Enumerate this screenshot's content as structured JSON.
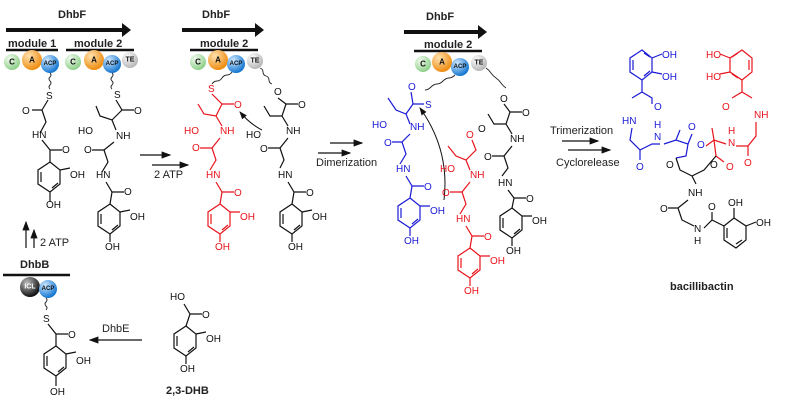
{
  "title": "Bacillibactin biosynthesis scheme",
  "colors": {
    "black": "#111111",
    "red": "#e8141c",
    "blue": "#1a1ad6",
    "domain_C": "#a8dca0",
    "domain_A": "#f5a231",
    "domain_ACP": "#2f8fe0",
    "domain_TE": "#cfcfcf",
    "domain_ICL": "#333333"
  },
  "panels": {
    "p1": {
      "enzyme": "DhbF",
      "modules": [
        "module 1",
        "module 2"
      ],
      "domains": [
        "C",
        "A",
        "ACP",
        "C",
        "A",
        "ACP",
        "TE"
      ]
    },
    "p2": {
      "enzyme": "DhbF",
      "modules": [
        "module 2"
      ],
      "domains": [
        "C",
        "A",
        "ACP",
        "TE"
      ]
    },
    "p3": {
      "enzyme": "DhbF",
      "modules": [
        "module 2"
      ],
      "domains": [
        "C",
        "A",
        "ACP",
        "TE"
      ]
    },
    "dhbb": {
      "enzyme": "DhbB",
      "domains": [
        "ICL",
        "ACP"
      ]
    }
  },
  "arrows": {
    "atp_up": "2 ATP",
    "atp_right": "2 ATP",
    "dimerization": "Dimerization",
    "trimerization": "Trimerization",
    "cyclorelease": "Cyclorelease",
    "dhbe": "DhbE"
  },
  "compounds": {
    "dhb": "2,3-DHB",
    "product": "bacillibactin"
  },
  "atoms": {
    "S": "S",
    "O": "O",
    "HN": "HN",
    "NH": "NH",
    "HO": "HO",
    "OH": "OH",
    "N": "N",
    "H": "H"
  }
}
